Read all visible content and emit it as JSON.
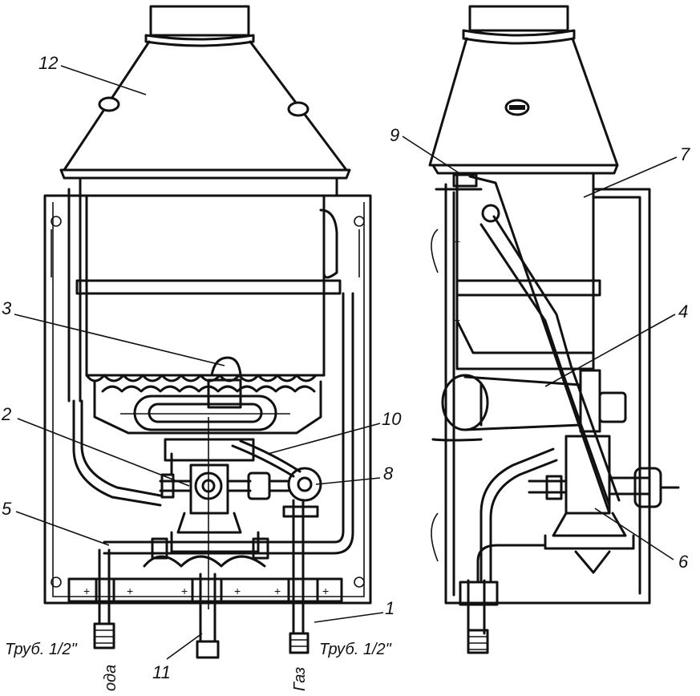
{
  "labels": {
    "n1": "1",
    "n2": "2",
    "n3": "3",
    "n4": "4",
    "n5": "5",
    "n6": "6",
    "n7": "7",
    "n8": "8",
    "n9": "9",
    "n10": "10",
    "n11": "11",
    "n12": "12"
  },
  "captions": {
    "pipe_left": "Труб. 1/2\"",
    "pipe_right": "Труб. 1/2\"",
    "water": "ода",
    "gas": "Газ"
  }
}
